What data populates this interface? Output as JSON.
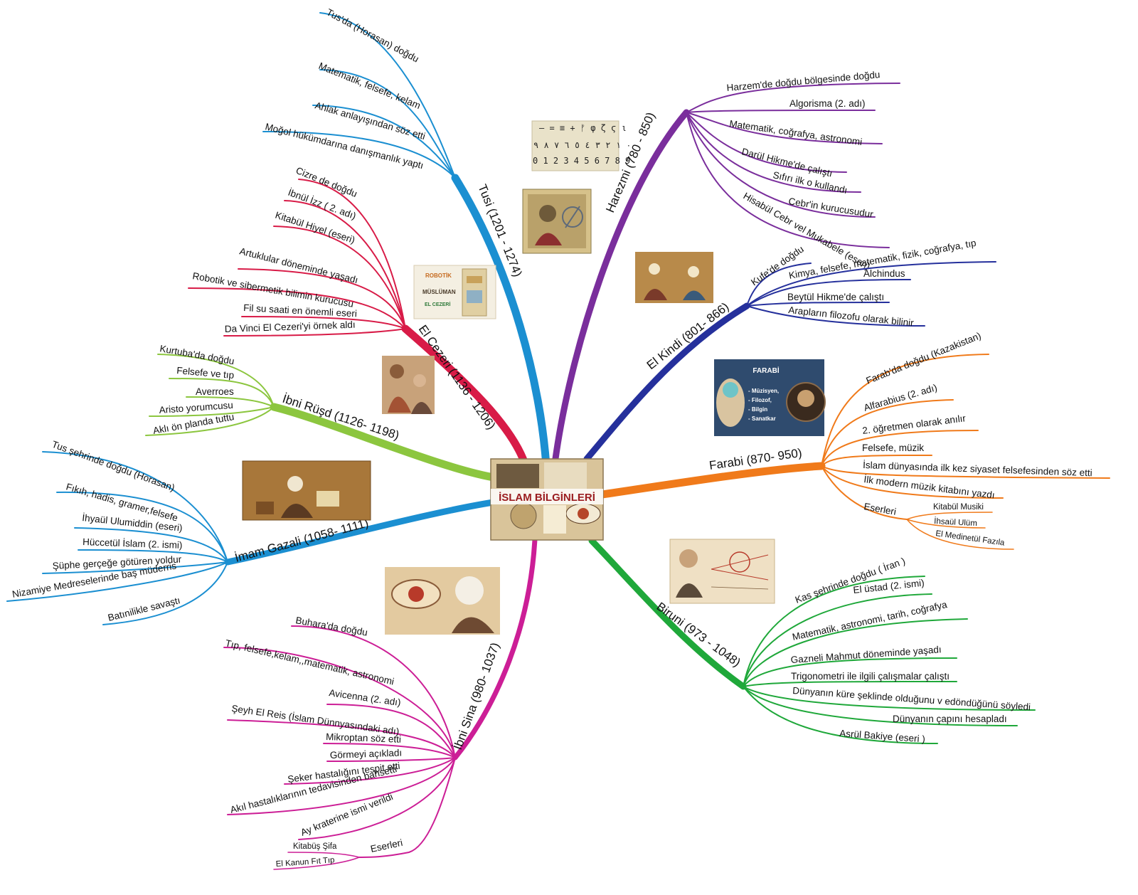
{
  "center": {
    "title": "İSLAM BİLGİNLERİ"
  },
  "branches": [
    {
      "id": "tusi",
      "title": "Tusi (1201 - 1274)",
      "color": "#1b8fd1",
      "leaves": [
        "Tus'da (Horasan) doğdu",
        "Matematik, felsefe, kelam",
        "Ahlak anlayışından söz etti",
        "Moğol hükümdarına danışmanlık yaptı"
      ]
    },
    {
      "id": "cezeri",
      "title": "El Cezeri (1136 - 1206)",
      "color": "#d81b47",
      "leaves": [
        "Cizre de doğdu",
        "İbnül İzz ( 2. adı)",
        "Kitabül Hiyel (eseri)",
        "Artuklular döneminde yaşadı",
        "Robotik ve sibermetik bilimin kurucusu",
        "Fil su saati en önemli eseri",
        "Da Vinci El Cezeri'yi örnek aldı"
      ]
    },
    {
      "id": "rusd",
      "title": "İbni Rüşd (1126- 1198)",
      "color": "#8cc63f",
      "leaves": [
        "Kurtuba'da doğdu",
        "Felsefe ve tıp",
        "Averroes",
        "Aristo yorumcusu",
        "Aklı ön planda tuttu"
      ]
    },
    {
      "id": "gazali",
      "title": "İmam Gazali (1058- 1111)",
      "color": "#1b8fd1",
      "leaves": [
        "Tus şehrinde doğdu (Horasan)",
        "Fıkıh, hadis, gramer,felsefe",
        "İhyaül Ulumiddin (eseri)",
        "Hüccetül İslam (2. ismi)",
        "Şüphe gerçeğe götüren yoldur",
        "Nizamiye Medreselerinde baş müderris",
        "Batınilikle savaştı"
      ]
    },
    {
      "id": "sina",
      "title": "İbni Sina (980- 1037)",
      "color": "#cc1e96",
      "leaves": [
        "Buhara'da doğdu",
        "Tıp, felsefe,kelam,,matematik, astronomi",
        "Avicenna (2. adı)",
        "Şeyh El Reis (İslam Dünnyasındaki adı)",
        "Mikroptan söz etti",
        "Görmeyi açıkladı",
        "Şeker hastalığını tespit etti",
        "Akıl hastalıklarının tedavisinden bahsetti",
        "Ay kraterine ismi verildi"
      ],
      "sub": {
        "label": "Eserleri",
        "items": [
          "Kitabüş Şifa",
          "El Kanun Fıt Tıp"
        ]
      }
    },
    {
      "id": "harezmi",
      "title": "Harezmi (780 - 850)",
      "color": "#7a2e9c",
      "leaves": [
        "Harzem'de doğdu bölgesinde doğdu",
        "Algorisma (2. adı)",
        "Matematik, coğrafya, astronomi",
        "Darül Hikme'de çalıştı",
        "Sıfırı ilk o kullandı",
        "Cebr'in kurucusudur",
        "Hisabül Cebr vel Mukabele (eseri)"
      ]
    },
    {
      "id": "kindi",
      "title": "El Kindi (801- 866)",
      "color": "#25309c",
      "leaves": [
        "Kufe'de doğdu",
        "Kimya, felsefe, matematik, fizik, coğrafya, tıp",
        "Alchindus",
        "Beytül Hikme'de çalıştı",
        "Arapların filozofu olarak bilinir"
      ]
    },
    {
      "id": "farabi",
      "title": "Farabi (870- 950)",
      "color": "#f07a1a",
      "leaves": [
        "Farab'da doğdu (Kazakistan)",
        "Alfarabius (2. adı)",
        "2. öğretmen olarak anılır",
        "Felsefe, müzik",
        "İslam dünyasında ilk kez siyaset felsefesinden söz etti",
        "İlk modern müzik kitabını yazdı"
      ],
      "sub": {
        "label": "Eserleri",
        "items": [
          "Kitabül Musiki",
          "İhsaül Ulüm",
          "El Medinetül Fazıla"
        ]
      }
    },
    {
      "id": "biruni",
      "title": "Biruni (973 - 1048)",
      "color": "#1fa83a",
      "leaves": [
        "Kas şehrinde doğdu ( İran )",
        "El üstad (2. ismi)",
        "Matematik, astronomi, tarih, coğrafya",
        "Gazneli Mahmut döneminde yaşadı",
        "Trigonometri ile ilgili çalışmalar çalıştı",
        "Dünyanın küre şeklinde olduğunu v edöndüğünü söyledi",
        "Dünyanın çapını hesapladı",
        "Asrül Bakiye (eseri )"
      ]
    }
  ],
  "images": {
    "numerals_row1": "٠ ١ ٢ ٣ ٤ ٥ ٦ ٧ ٨ ٩",
    "numerals_row2": "0 1 2 3 4 5 6 7 8 9",
    "cezeri_poster": [
      "ROBOTİK",
      "MÜSLÜMAN",
      "EL CEZERİ"
    ],
    "farabi_card": [
      "FARABİ",
      "- Müzisyen,",
      "- Filozof,",
      "- Bilgin",
      "- Sanatkar"
    ]
  }
}
